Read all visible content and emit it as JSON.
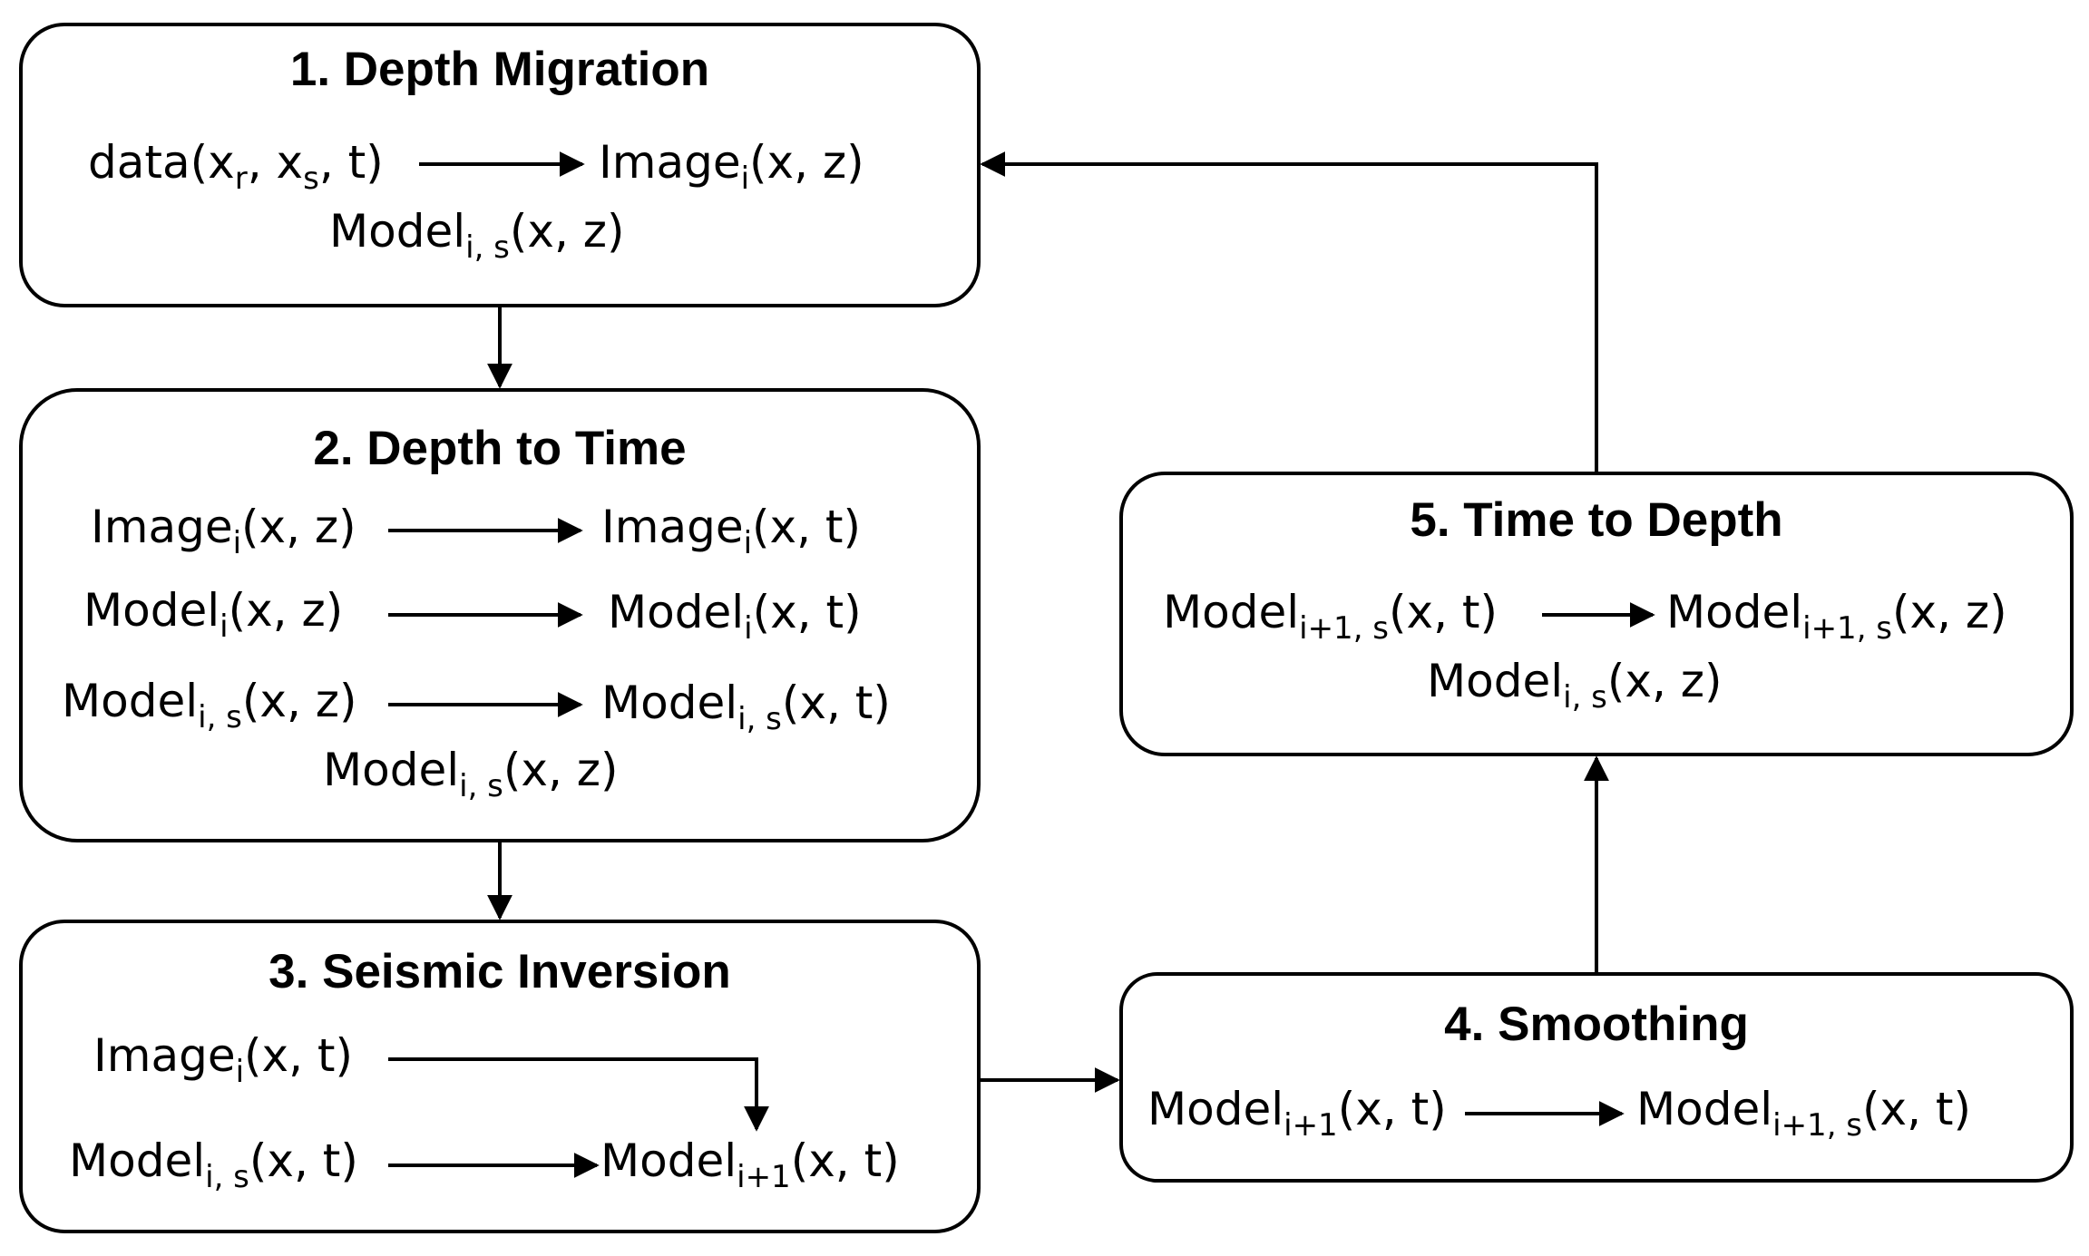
{
  "stages": [
    {
      "id": "depth-migration",
      "title": "1. Depth Migration",
      "lines": [
        {
          "base": "data(x",
          "sub": "r",
          "rest": ", x",
          "sub2": "s",
          "tail": ", t)"
        },
        {
          "base": "Image",
          "sub": "i",
          "tail": "(x, z)"
        },
        {
          "base": "Model",
          "sub": "i, s",
          "tail": "(x, z)"
        }
      ]
    },
    {
      "id": "depth-to-time",
      "title": "2. Depth to Time",
      "lines": [
        {
          "base": "Image",
          "sub": "i",
          "tail": "(x, z)"
        },
        {
          "base": "Image",
          "sub": "i",
          "tail": "(x, t)"
        },
        {
          "base": "Model",
          "sub": "i",
          "tail": "(x, z)"
        },
        {
          "base": "Model",
          "sub": "i",
          "tail": "(x, t)"
        },
        {
          "base": "Model",
          "sub": "i, s",
          "tail": "(x, z)"
        },
        {
          "base": "Model",
          "sub": "i, s",
          "tail": "(x, t)"
        },
        {
          "base": "Model",
          "sub": "i, s",
          "tail": "(x, z)"
        }
      ]
    },
    {
      "id": "seismic-inversion",
      "title": "3. Seismic Inversion",
      "lines": [
        {
          "base": "Image",
          "sub": "i",
          "tail": "(x, t)"
        },
        {
          "base": "Model",
          "sub": "i, s",
          "tail": "(x, t)"
        },
        {
          "base": "Model",
          "sub": "i+1",
          "tail": "(x, t)"
        }
      ]
    },
    {
      "id": "smoothing",
      "title": "4. Smoothing",
      "lines": [
        {
          "base": "Model",
          "sub": "i+1",
          "tail": "(x, t)"
        },
        {
          "base": "Model",
          "sub": "i+1, s",
          "tail": "(x, t)"
        }
      ]
    },
    {
      "id": "time-to-depth",
      "title": "5. Time to Depth",
      "lines": [
        {
          "base": "Model",
          "sub": "i+1, s",
          "tail": "(x, t)"
        },
        {
          "base": "Model",
          "sub": "i+1, s",
          "tail": "(x, z)"
        },
        {
          "base": "Model",
          "sub": "i, s",
          "tail": "(x, z)"
        }
      ]
    }
  ]
}
